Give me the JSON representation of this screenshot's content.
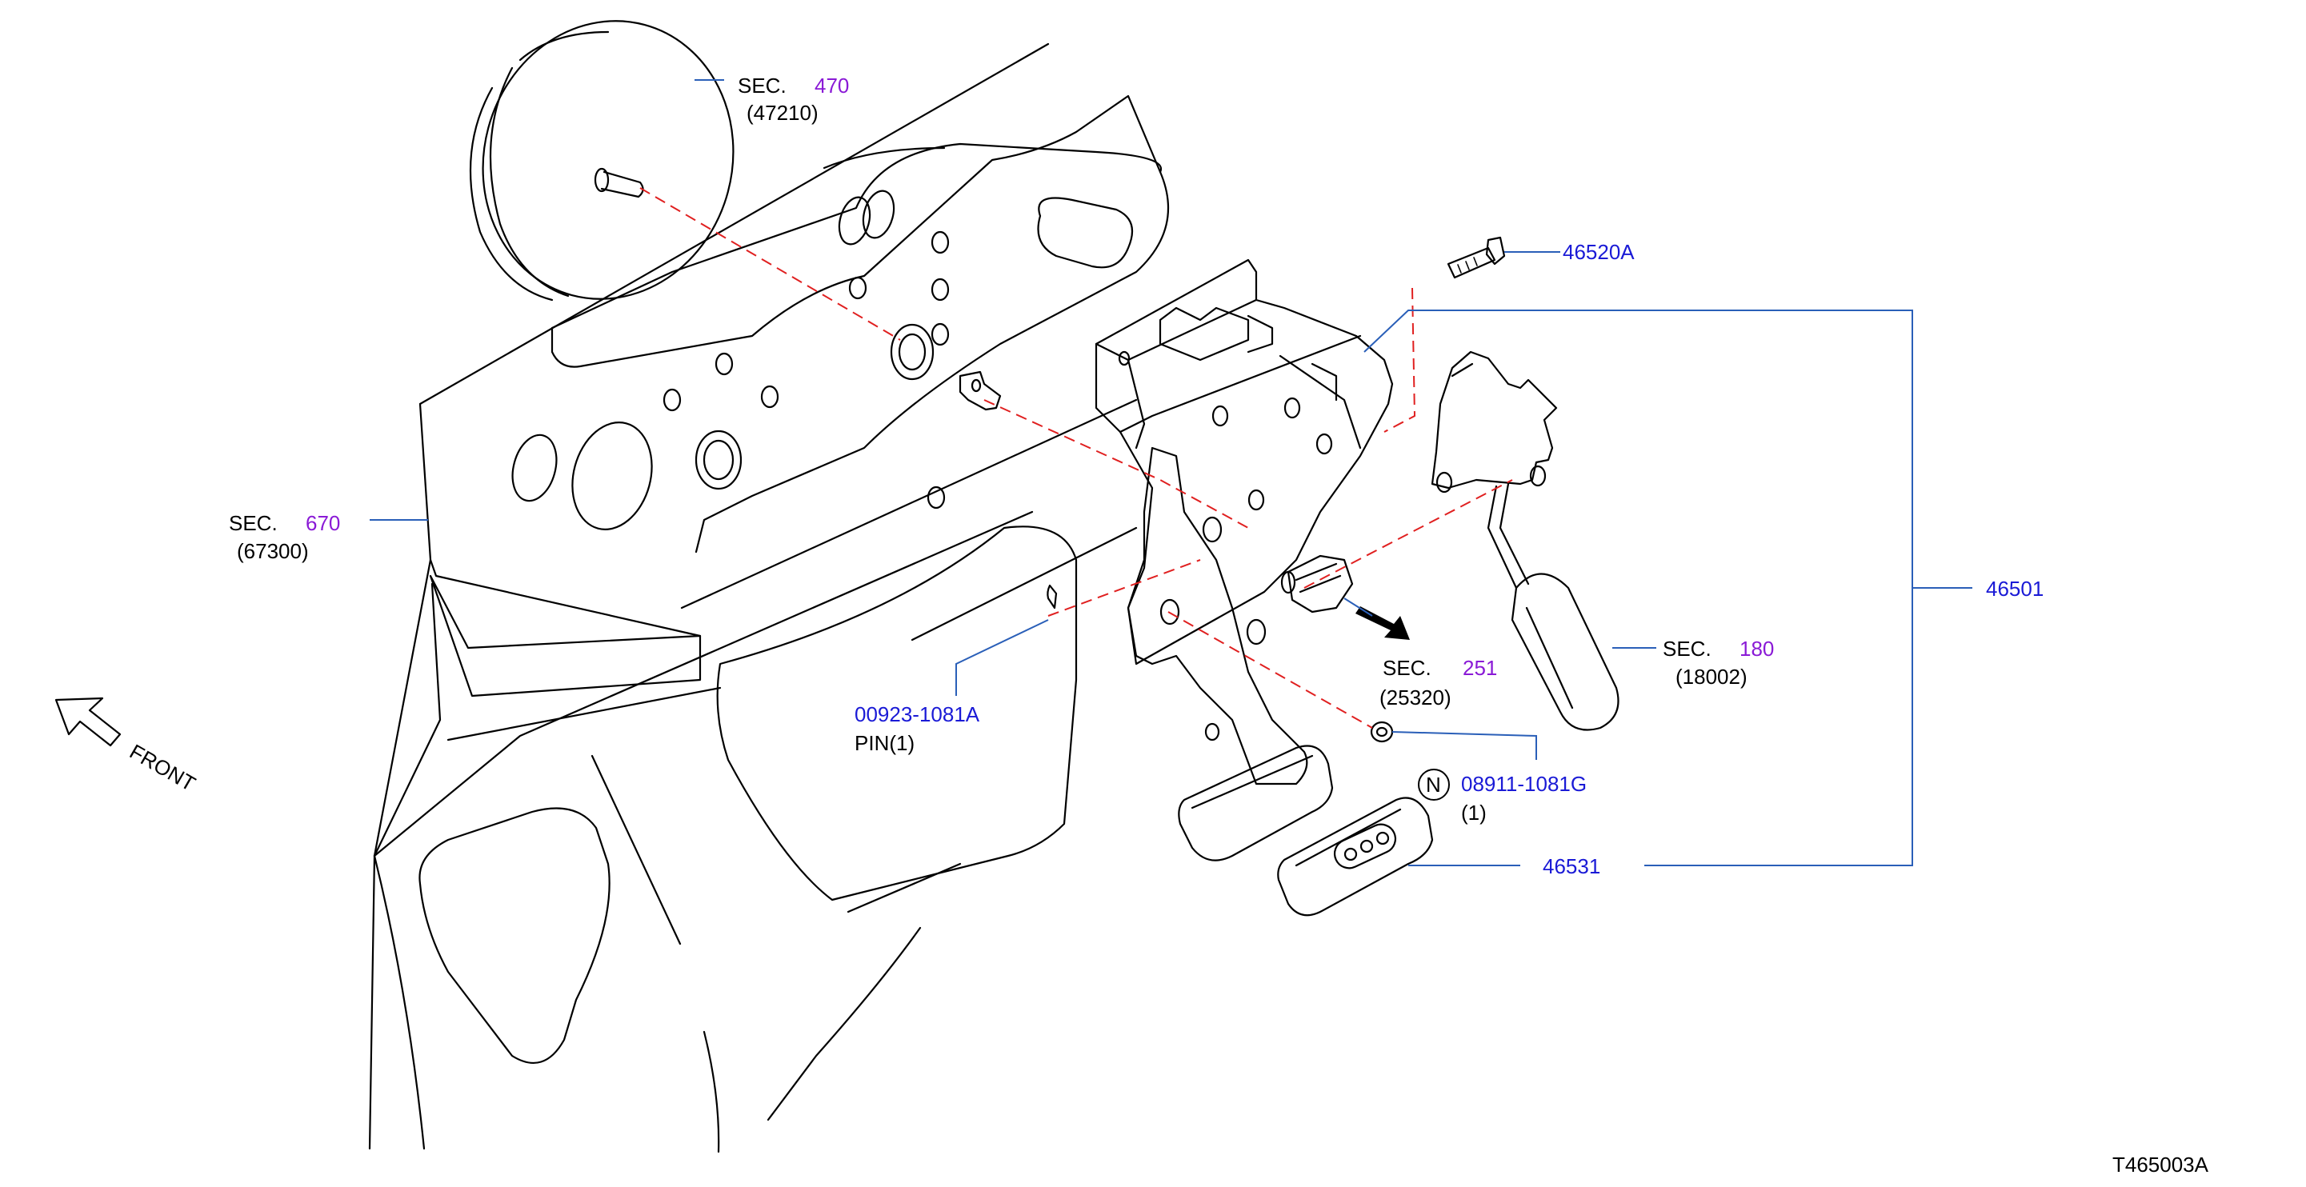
{
  "callouts": {
    "sec470": {
      "prefix": "SEC.",
      "section": "470",
      "code": "(47210)"
    },
    "sec670": {
      "prefix": "SEC.",
      "section": "670",
      "code": "(67300)"
    },
    "sec251": {
      "prefix": "SEC.",
      "section": "251",
      "code": "(25320)"
    },
    "sec180": {
      "prefix": "SEC.",
      "section": "180",
      "code": "(18002)"
    },
    "p46520A": {
      "part": "46520A"
    },
    "p46501": {
      "part": "46501"
    },
    "p46531": {
      "part": "46531"
    },
    "p00923": {
      "part": "00923-1081A",
      "desc": "PIN(1)"
    },
    "p08911": {
      "badge": "N",
      "part": "08911-1081G",
      "qty": "(1)"
    }
  },
  "front_label": "FRONT",
  "figure_id": "T465003A",
  "colors": {
    "line": "#000000",
    "leader": "#2a5fb8",
    "part_number": "#1a1ad6",
    "section_number": "#8a1ad6",
    "dashed_guide": "#e02020"
  }
}
